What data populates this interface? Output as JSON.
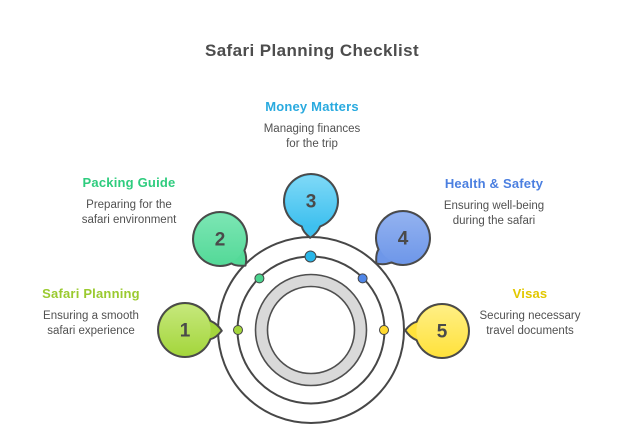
{
  "title": "Safari Planning Checklist",
  "colors": {
    "title_text": "#4d4d4d",
    "outline": "#4a4a4a",
    "ring_stroke": "#474747",
    "thick_ring_fill": "#d9d9d9",
    "description_text": "#515151",
    "number_text": "#4a4a4a",
    "background": "#ffffff"
  },
  "sections": [
    {
      "number": "1",
      "label": "Safari Planning",
      "description": "Ensuring a smooth\nsafari experience",
      "heading_color": "#9aca2f",
      "bubble_color": "#a4d63c",
      "bubble_light": "#c6e87c",
      "dot_color": "#a4d63c"
    },
    {
      "number": "2",
      "label": "Packing Guide",
      "description": "Preparing for the\nsafari environment",
      "heading_color": "#2ecc7e",
      "bubble_color": "#54d998",
      "bubble_light": "#7ce6b4",
      "dot_color": "#4ad48e"
    },
    {
      "number": "3",
      "label": "Money Matters",
      "description": "Managing finances\nfor the trip",
      "heading_color": "#29aadf",
      "bubble_color": "#3ec0ef",
      "bubble_light": "#7fd9f7",
      "dot_color": "#29b6e8"
    },
    {
      "number": "4",
      "label": "Health & Safety",
      "description": "Ensuring well-being\nduring the safari",
      "heading_color": "#4b7fe0",
      "bubble_color": "#6e97e9",
      "bubble_light": "#93b2f0",
      "dot_color": "#4f86e8"
    },
    {
      "number": "5",
      "label": "Visas",
      "description": "Securing necessary\ntravel documents",
      "heading_color": "#e2c800",
      "bubble_color": "#ffe23c",
      "bubble_light": "#ffef85",
      "dot_color": "#ffd92e"
    }
  ]
}
